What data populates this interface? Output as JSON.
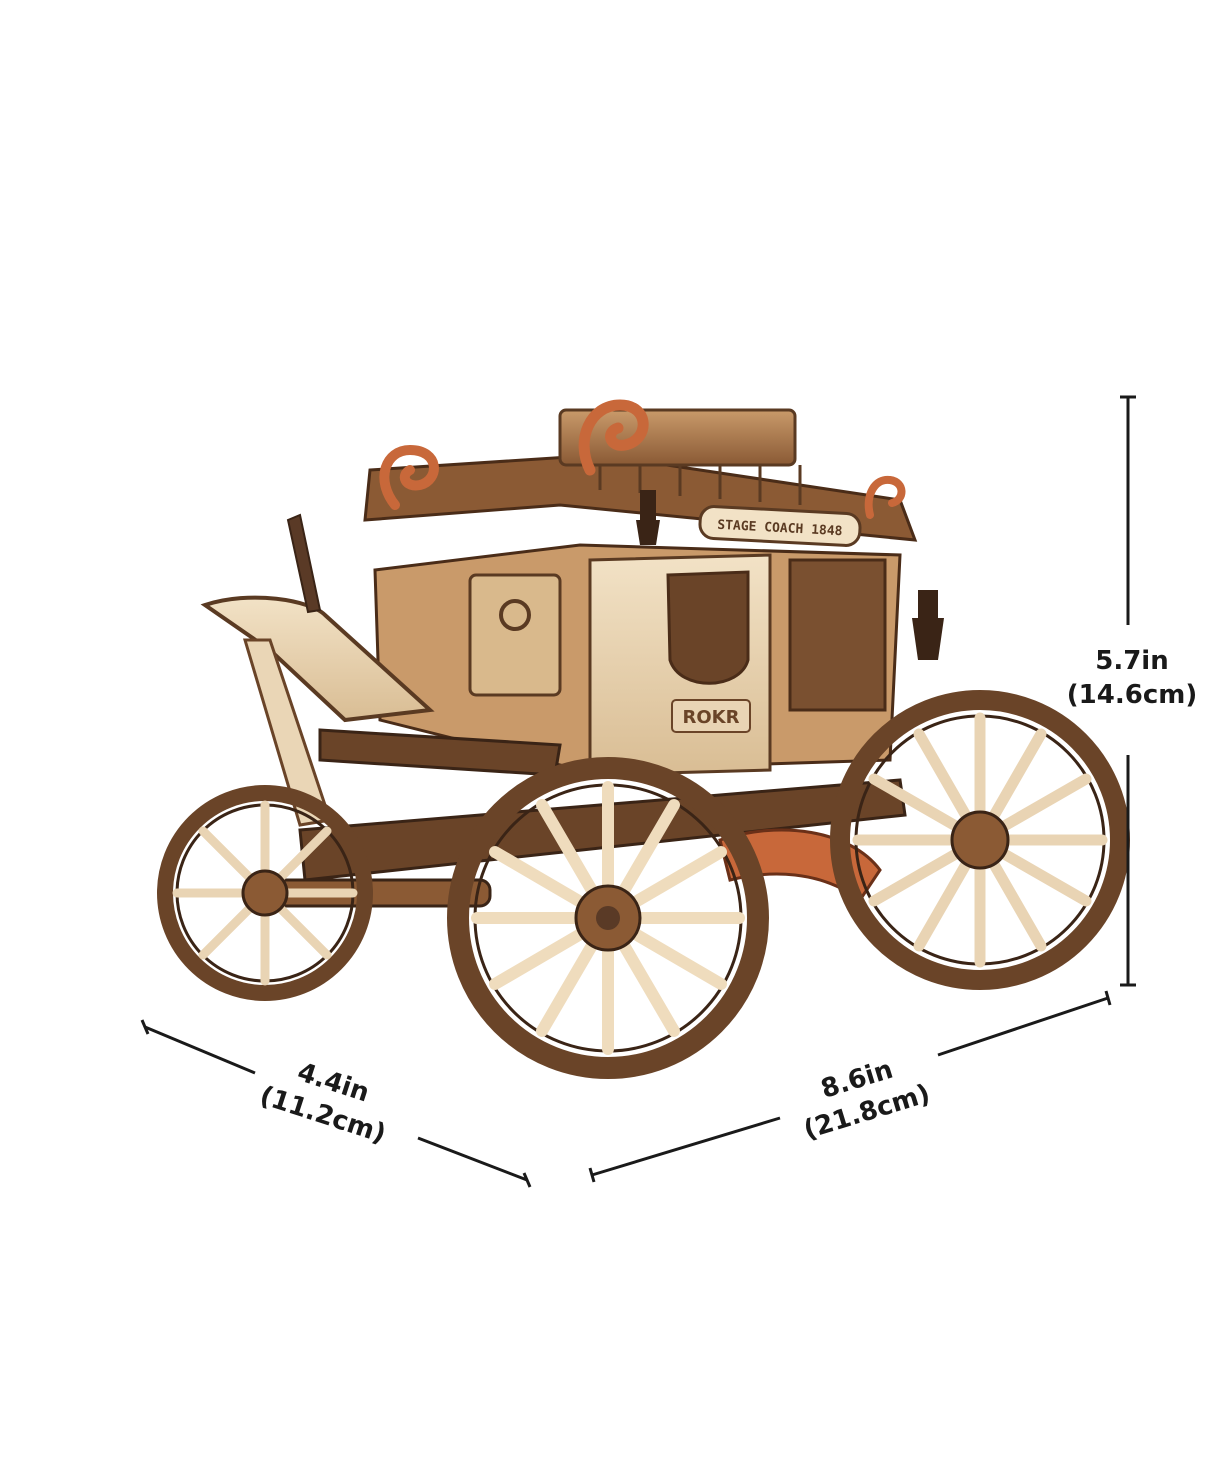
{
  "photo": {
    "subject_icon": "wooden-stagecoach-model",
    "carriage_sign": "STAGE COACH 1848",
    "door_logo": "ROKR",
    "colors": {
      "wood_dark": "#5a3a26",
      "wood_mid": "#a0703f",
      "wood_light": "#e9d4b4",
      "accent_orange": "#c8683a",
      "dimension_line": "#1a1a1a"
    }
  },
  "dimensions": {
    "height": {
      "imperial": "5.7in",
      "metric": "(14.6cm)"
    },
    "depth": {
      "imperial": "4.4in",
      "metric": "(11.2cm)"
    },
    "length": {
      "imperial": "8.6in",
      "metric": "(21.8cm)"
    }
  }
}
